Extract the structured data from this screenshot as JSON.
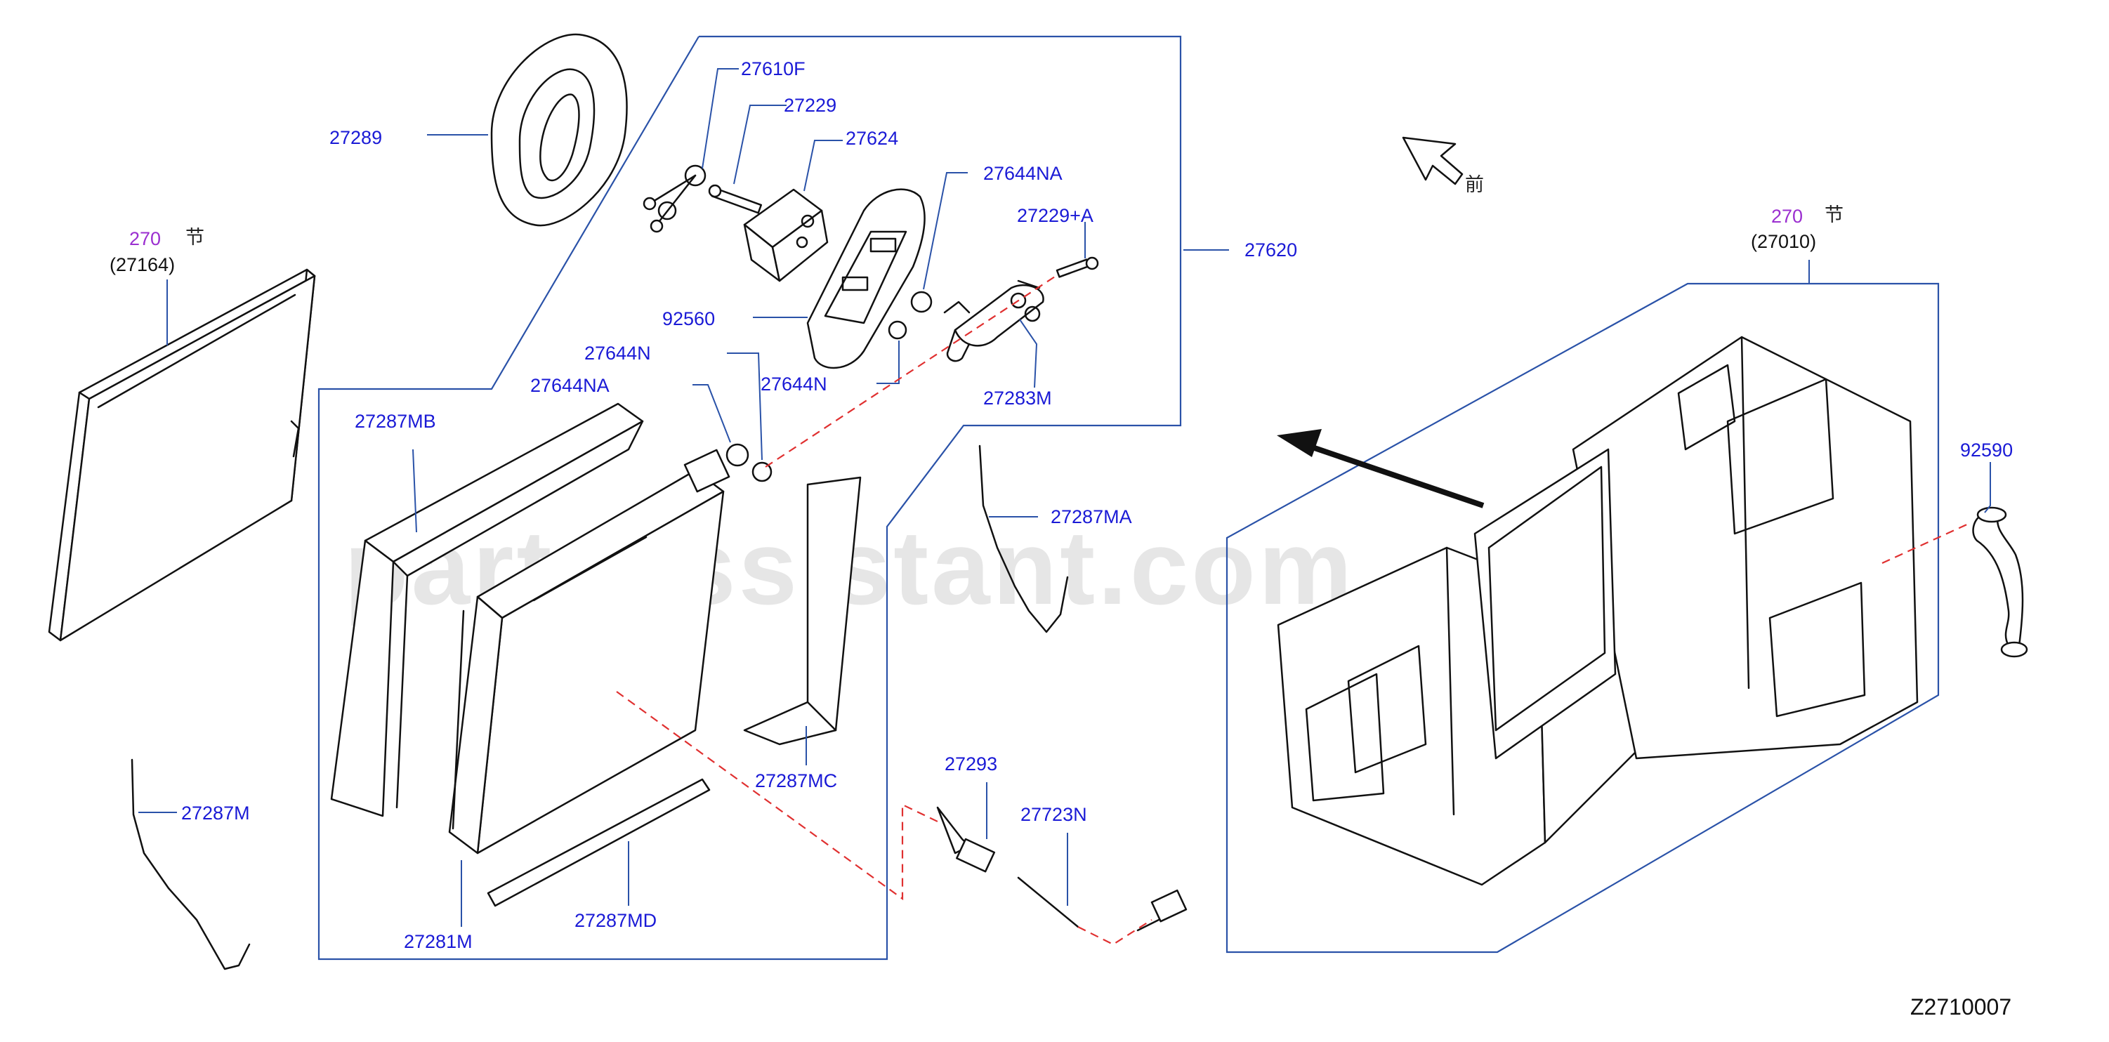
{
  "watermark": "partsassistant.com",
  "diagram_code": "Z2710007",
  "front_label": "前",
  "section_suffix": "节",
  "labels": {
    "p27289": "27289",
    "p27610F": "27610F",
    "p27229": "27229",
    "p27624": "27624",
    "p27644NA_top": "27644NA",
    "p27229A": "27229+A",
    "p27620": "27620",
    "p92560": "92560",
    "p27644N_left": "27644N",
    "p27644NA_left": "27644NA",
    "p27644N_right": "27644N",
    "p27283M": "27283M",
    "p27287MB": "27287MB",
    "p27287MA": "27287MA",
    "p27287MC": "27287MC",
    "p27287M": "27287M",
    "p27281M": "27281M",
    "p27287MD": "27287MD",
    "p27293": "27293",
    "p27723N": "27723N",
    "p92590": "92590"
  },
  "sections": {
    "left": {
      "code": "270",
      "part": "(27164)"
    },
    "right": {
      "code": "270",
      "part": "(27010)"
    }
  },
  "colors": {
    "label_blue": "#1a1ad6",
    "section_purple": "#9b2fd0",
    "frame_blue": "#2a52a8",
    "dashed_red": "#e03030"
  }
}
